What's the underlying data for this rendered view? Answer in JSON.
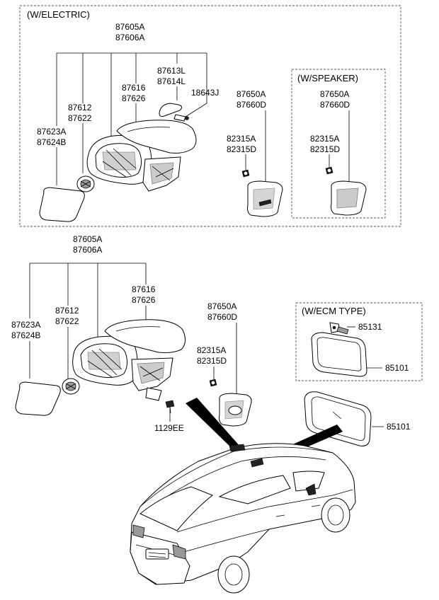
{
  "sections": {
    "electric": "(W/ELECTRIC)",
    "speaker": "(W/SPEAKER)",
    "ecm": "(W/ECM TYPE)"
  },
  "parts": {
    "p87605A": "87605A",
    "p87606A": "87606A",
    "p87612": "87612",
    "p87622": "87622",
    "p87623A": "87623A",
    "p87624B": "87624B",
    "p87616": "87616",
    "p87626": "87626",
    "p87613L": "87613L",
    "p87614L": "87614L",
    "p18643J": "18643J",
    "p87650A": "87650A",
    "p87660D": "87660D",
    "p82315A": "82315A",
    "p82315D": "82315D",
    "p1129EE": "1129EE",
    "p85131": "85131",
    "p85101": "85101"
  },
  "colors": {
    "line": "#000000",
    "dashed_box": "#555555",
    "shade": "#999999"
  }
}
